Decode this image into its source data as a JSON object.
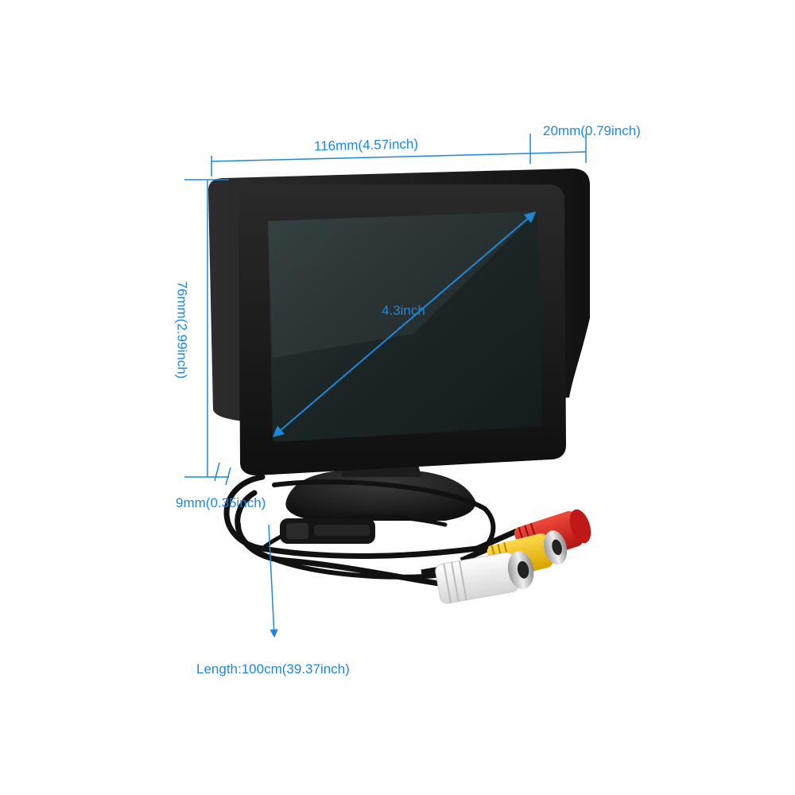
{
  "product": "4.3 inch car monitor with RCA cable",
  "dimensions": {
    "width": "116mm(4.57inch)",
    "depth": "20mm(0.79inch)",
    "height": "76mm(2.99inch)",
    "thickness": "9mm(0.35inch)",
    "diagonal": "4.3inch",
    "cable_length": "Length:100cm(39.37inch)"
  },
  "colors": {
    "dimension_line": "#1e88d8",
    "housing": "#1a1a1a",
    "screen": "#1f2a2c",
    "rca_red": "#d62020",
    "rca_yellow": "#f2c21a",
    "rca_white": "#f2f2f2"
  },
  "icons": [
    "arrow-icon"
  ]
}
